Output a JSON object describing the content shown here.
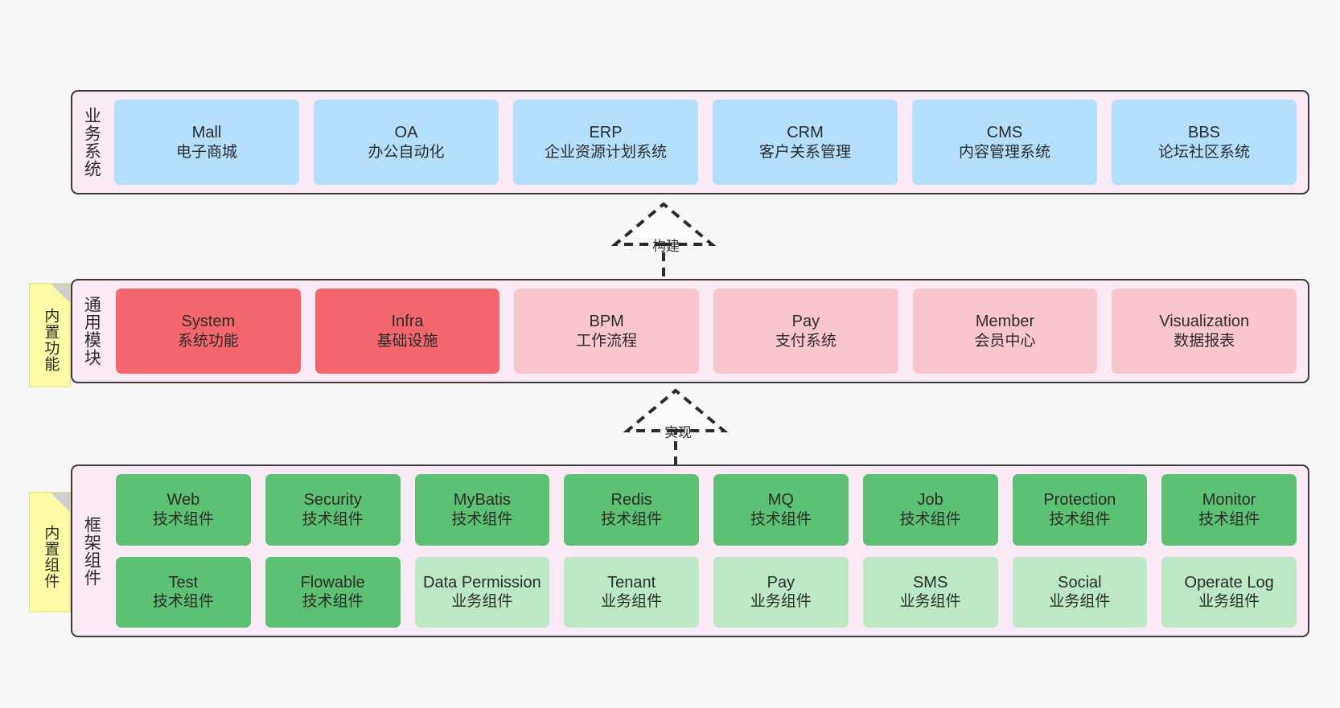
{
  "diagram": {
    "background_color": "#f7f7f7",
    "panel_fill": "#f9eaf5",
    "panel_border": "#3b3b3b"
  },
  "sticky_notes": [
    {
      "name": "builtin-functions",
      "text": "内置功能",
      "color": "#fbfaa5"
    },
    {
      "name": "builtin-components",
      "text": "内置组件",
      "color": "#fbfaa5"
    }
  ],
  "arrows": [
    {
      "name": "build-arrow",
      "label": "构建",
      "style": "dashed-generalization"
    },
    {
      "name": "implement-arrow",
      "label": "实现",
      "style": "dashed-generalization"
    }
  ],
  "panels": [
    {
      "id": "business",
      "label": "业务系统",
      "accent": "#b3dffc",
      "rows": [
        [
          {
            "en": "Mall",
            "cn": "电子商城",
            "color": "#b3dffc"
          },
          {
            "en": "OA",
            "cn": "办公自动化",
            "color": "#b3dffc"
          },
          {
            "en": "ERP",
            "cn": "企业资源计划系统",
            "color": "#b3dffc"
          },
          {
            "en": "CRM",
            "cn": "客户关系管理",
            "color": "#b3dffc"
          },
          {
            "en": "CMS",
            "cn": "内容管理系统",
            "color": "#b3dffc"
          },
          {
            "en": "BBS",
            "cn": "论坛社区系统",
            "color": "#b3dffc"
          }
        ]
      ]
    },
    {
      "id": "modules",
      "label": "通用模块",
      "accent": "#f4666e",
      "rows": [
        [
          {
            "en": "System",
            "cn": "系统功能",
            "color": "#f4666e"
          },
          {
            "en": "Infra",
            "cn": "基础设施",
            "color": "#f4666e"
          },
          {
            "en": "BPM",
            "cn": "工作流程",
            "color": "#fbc5ce"
          },
          {
            "en": "Pay",
            "cn": "支付系统",
            "color": "#fbc5ce"
          },
          {
            "en": "Member",
            "cn": "会员中心",
            "color": "#fbc5ce"
          },
          {
            "en": "Visualization",
            "cn": "数据报表",
            "color": "#fbc5ce"
          }
        ]
      ]
    },
    {
      "id": "framework",
      "label": "框架组件",
      "accent": "#5cc173",
      "rows": [
        [
          {
            "en": "Web",
            "cn": "技术组件",
            "color": "#5cc173"
          },
          {
            "en": "Security",
            "cn": "技术组件",
            "color": "#5cc173"
          },
          {
            "en": "MyBatis",
            "cn": "技术组件",
            "color": "#5cc173"
          },
          {
            "en": "Redis",
            "cn": "技术组件",
            "color": "#5cc173"
          },
          {
            "en": "MQ",
            "cn": "技术组件",
            "color": "#5cc173"
          },
          {
            "en": "Job",
            "cn": "技术组件",
            "color": "#5cc173"
          },
          {
            "en": "Protection",
            "cn": "技术组件",
            "color": "#5cc173"
          },
          {
            "en": "Monitor",
            "cn": "技术组件",
            "color": "#5cc173"
          }
        ],
        [
          {
            "en": "Test",
            "cn": "技术组件",
            "color": "#5cc173"
          },
          {
            "en": "Flowable",
            "cn": "技术组件",
            "color": "#5cc173"
          },
          {
            "en": "Data Permission",
            "cn": "业务组件",
            "color": "#bce8c5"
          },
          {
            "en": "Tenant",
            "cn": "业务组件",
            "color": "#bce8c5"
          },
          {
            "en": "Pay",
            "cn": "业务组件",
            "color": "#bce8c5"
          },
          {
            "en": "SMS",
            "cn": "业务组件",
            "color": "#bce8c5"
          },
          {
            "en": "Social",
            "cn": "业务组件",
            "color": "#bce8c5"
          },
          {
            "en": "Operate Log",
            "cn": "业务组件",
            "color": "#bce8c5"
          }
        ]
      ]
    }
  ]
}
